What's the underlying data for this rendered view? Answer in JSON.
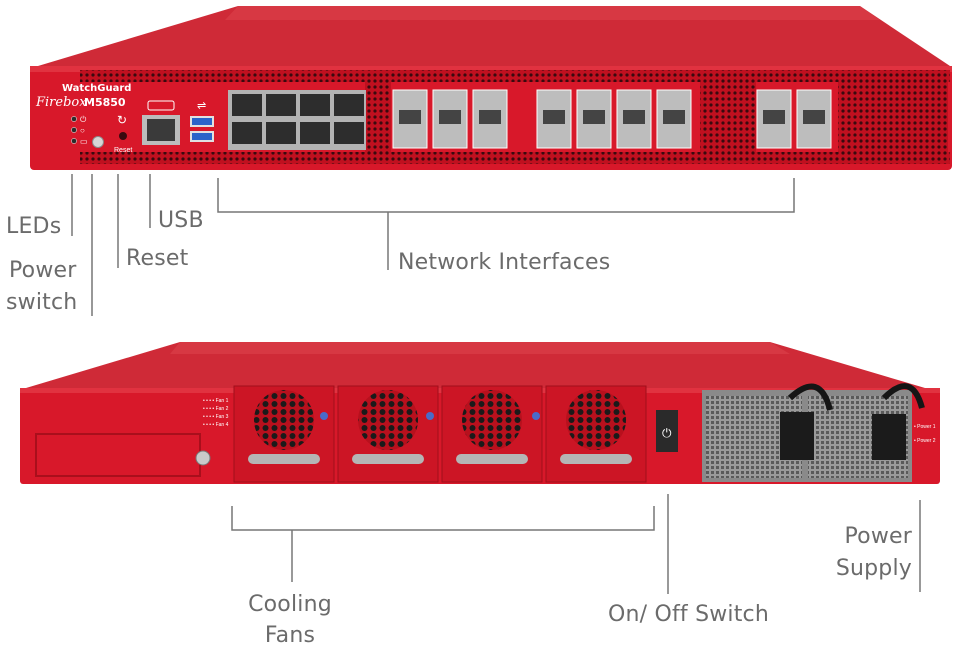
{
  "front_panel": {
    "brand": "WatchGuard",
    "model_prefix": "Firebox",
    "model": "M5850",
    "reset_text": "Reset"
  },
  "rear_panel": {
    "fan_labels": [
      "Fan 1",
      "Fan 2",
      "Fan 3",
      "Fan 4"
    ],
    "power_labels": [
      "Power 1",
      "Power 2"
    ]
  },
  "callouts": {
    "leds": "LEDs",
    "power_switch_line1": "Power",
    "power_switch_line2": "switch",
    "reset": "Reset",
    "usb": "USB",
    "network_interfaces": "Network Interfaces",
    "cooling_fans_line1": "Cooling",
    "cooling_fans_line2": "Fans",
    "on_off_switch": "On/ Off Switch",
    "power_supply_line1": "Power",
    "power_supply_line2": "Supply"
  },
  "colors": {
    "chassis_red": "#d8182a",
    "chassis_top": "#cf2a37",
    "line_gray": "#777777",
    "label_gray": "#6b6b6b"
  }
}
